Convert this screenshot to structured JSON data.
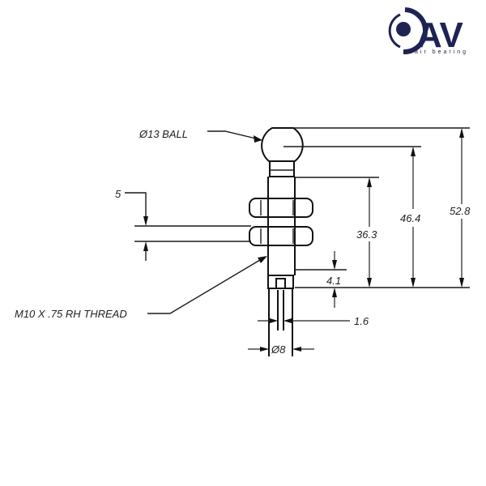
{
  "logo": {
    "mark": "AV",
    "tagline": "air bearing",
    "color": "#1e2254"
  },
  "drawing": {
    "title": "Ball stud with jam nuts dimension drawing",
    "callouts": {
      "ball": "Ø13 BALL",
      "nut_gap": "5",
      "thread": "M10 X .75 RH THREAD",
      "slot_width": "1.6",
      "shank_dia": "Ø8"
    },
    "dimensions": {
      "overall_height": "52.8",
      "ball_center_height": "46.4",
      "neck_height": "36.3",
      "slot_depth": "4.1"
    },
    "line_color": "#1a1a1a",
    "background": "#ffffff"
  }
}
